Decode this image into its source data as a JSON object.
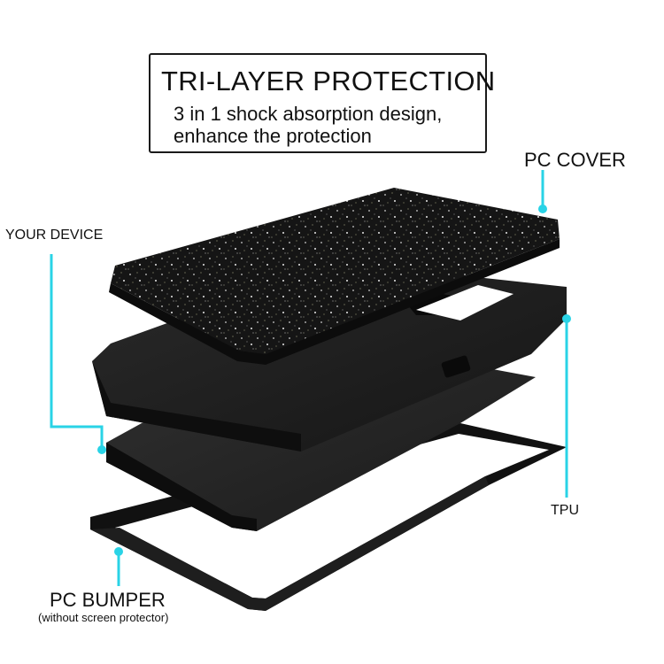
{
  "header": {
    "title": "TRI-LAYER PROTECTION",
    "subtitle_line1": "3 in 1 shock absorption design,",
    "subtitle_line2": "enhance the protection"
  },
  "labels": {
    "pc_cover": "PC COVER",
    "your_device": "YOUR DEVICE",
    "tpu": "TPU",
    "pc_bumper": "PC BUMPER",
    "pc_bumper_note": "(without screen protector)"
  },
  "colors": {
    "accent": "#29d3e6",
    "case_black": "#1c1c1c",
    "frame": "#111111"
  }
}
